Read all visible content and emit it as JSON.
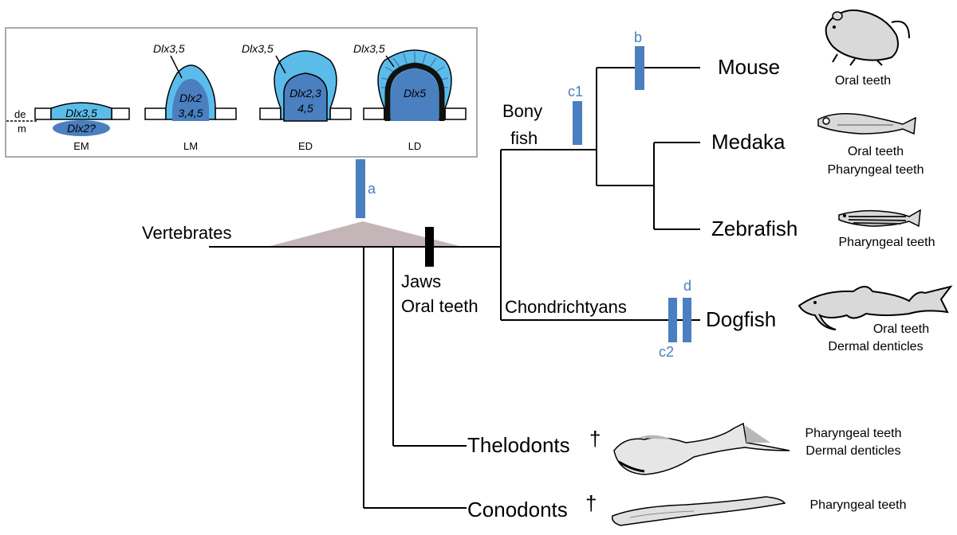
{
  "inset": {
    "labels": {
      "epithelium": "de",
      "mesenchyme": "m"
    },
    "stages": [
      {
        "code": "EM",
        "upper_gene": "Dlx3,5",
        "lower_gene": "Dlx2?"
      },
      {
        "code": "LM",
        "callout_gene": "Dlx3,5",
        "inner_gene_l1": "Dlx2",
        "inner_gene_l2": "3,4,5"
      },
      {
        "code": "ED",
        "callout_gene": "Dlx3,5",
        "inner_gene_l1": "Dlx2,3",
        "inner_gene_l2": "4,5"
      },
      {
        "code": "LD",
        "callout_gene": "Dlx3,5",
        "inner_gene_l1": "Dlx5"
      }
    ]
  },
  "tree": {
    "root_label": "Vertebrates",
    "jaws_node": {
      "l1": "Jaws",
      "l2": "Oral teeth"
    },
    "bony_fish": {
      "l1": "Bony",
      "l2": "fish"
    },
    "chondrichthyans": "Chondrichtyans",
    "markers": {
      "a": "a",
      "b": "b",
      "c1": "c1",
      "c2": "c2",
      "d": "d"
    }
  },
  "taxa": [
    {
      "id": "mouse",
      "name": "Mouse",
      "traits": [
        "Oral teeth"
      ]
    },
    {
      "id": "medaka",
      "name": "Medaka",
      "traits": [
        "Oral teeth",
        "Pharyngeal teeth"
      ]
    },
    {
      "id": "zebrafish",
      "name": "Zebrafish",
      "traits": [
        "Pharyngeal teeth"
      ]
    },
    {
      "id": "dogfish",
      "name": "Dogfish",
      "traits": [
        "Oral teeth",
        "Dermal denticles"
      ]
    },
    {
      "id": "thelodonts",
      "name": "Thelodonts",
      "extinct_mark": "†",
      "traits": [
        "Pharyngeal teeth",
        "Dermal denticles"
      ]
    },
    {
      "id": "conodonts",
      "name": "Conodonts",
      "extinct_mark": "†",
      "traits": [
        "Pharyngeal teeth"
      ]
    }
  ],
  "colors": {
    "light_blue": "#5bbcea",
    "dark_blue": "#4a7fc0",
    "marker_blue": "#4a7fc0",
    "triangle": "#c4b6b8",
    "inset_border": "#aaaaaa",
    "animal_fill": "#d9d9d9"
  },
  "icons": [
    "mouse-icon",
    "medaka-icon",
    "zebrafish-icon",
    "dogfish-icon",
    "thelodont-icon",
    "conodont-icon"
  ]
}
